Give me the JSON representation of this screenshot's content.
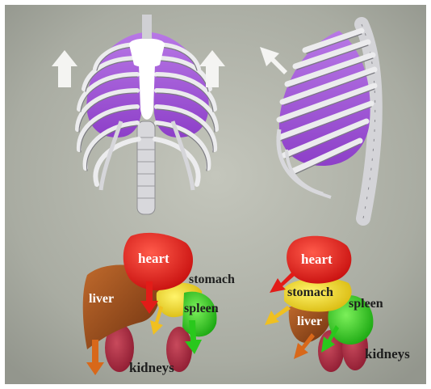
{
  "labels": {
    "left": {
      "heart": "heart",
      "stomach": "stomach",
      "liver": "liver",
      "spleen": "spleen",
      "kidneys": "kidneys"
    },
    "right": {
      "heart": "heart",
      "stomach": "stomach",
      "liver": "liver",
      "spleen": "spleen",
      "kidneys": "kidneys"
    }
  },
  "colors": {
    "background": "#a9aca2",
    "lungs": "#a55bd6",
    "bone": "#e9e9ec",
    "heart": "#e0141a",
    "liver": "#a0501e",
    "stomach": "#f2e21a",
    "spleen": "#2ed11a",
    "kidneys": "#a8223a",
    "arrow_white": "#f4f4f2",
    "arrow_red": "#e21c18",
    "arrow_yellow": "#f0c020",
    "arrow_orange": "#d8681a",
    "arrow_green": "#29c81c"
  }
}
